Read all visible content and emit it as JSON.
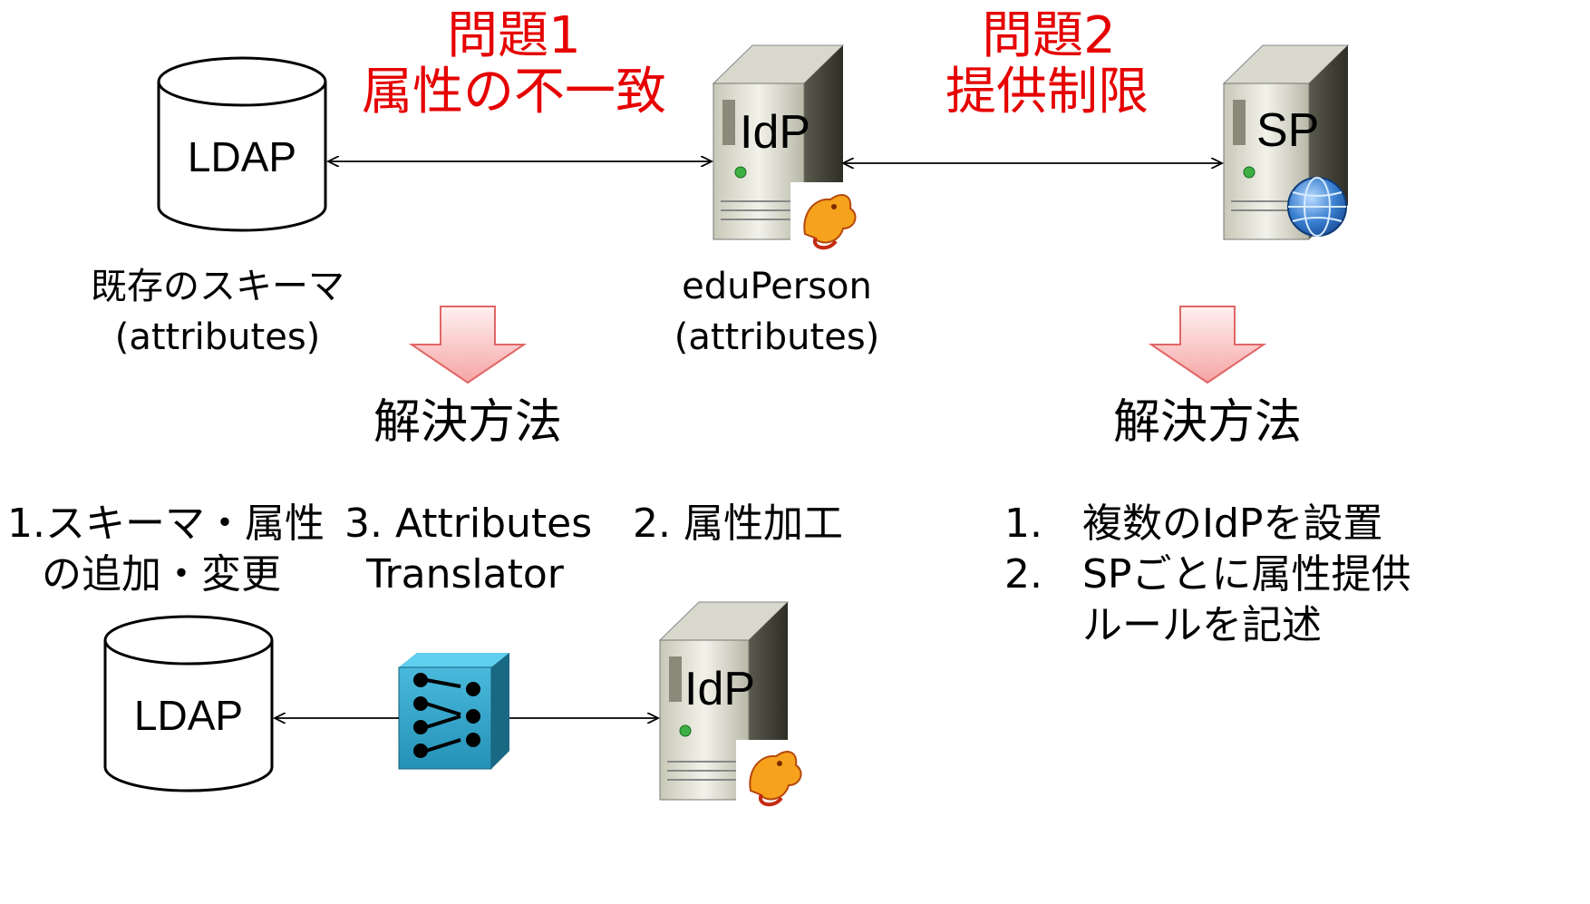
{
  "problems": [
    {
      "title": "問題1",
      "subtitle": "属性の不一致"
    },
    {
      "title": "問題2",
      "subtitle": "提供制限"
    }
  ],
  "nodes": {
    "ldap_top": "LDAP",
    "idp_top": "IdP",
    "sp": "SP",
    "ldap_bottom": "LDAP",
    "idp_bottom": "IdP"
  },
  "labels": {
    "ldap_schema_line1": "既存のスキーマ",
    "ldap_schema_line2": "(attributes)",
    "idp_schema_line1": "eduPerson",
    "idp_schema_line2": "(attributes)"
  },
  "solution_heading_left": "解決方法",
  "solution_heading_right": "解決方法",
  "left_solutions": [
    {
      "line1": "1.スキーマ・属性",
      "line2": "の追加・変更"
    },
    {
      "line1": "3. Attributes",
      "line2": "Translator"
    },
    {
      "line1": "2. 属性加工"
    }
  ],
  "right_solutions": [
    {
      "num": "1.",
      "text": "複数のIdPを設置"
    },
    {
      "num": "2.",
      "text": "SPごとに属性提供",
      "text2": "ルールを記述"
    }
  ],
  "icons": {
    "database": "database-icon",
    "server": "server-icon",
    "shibboleth": "shibboleth-logo-icon",
    "globe": "globe-icon",
    "translator": "translator-icon",
    "down_arrow": "down-arrow-icon"
  },
  "colors": {
    "problem_text": "#e60000",
    "arrow_fill": "#fbc6c6",
    "arrow_stroke": "#d9534f",
    "translator_fill": "#2aa3c6"
  }
}
